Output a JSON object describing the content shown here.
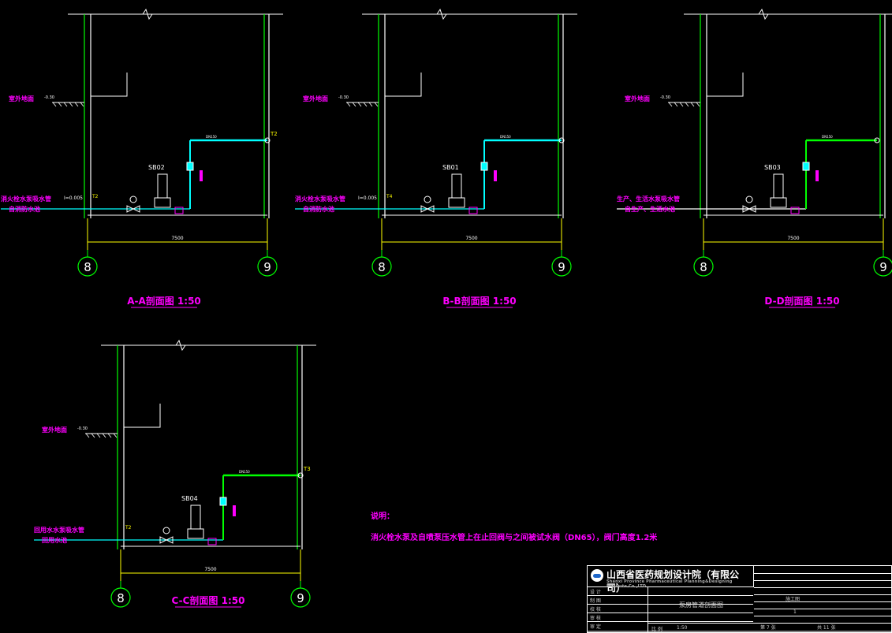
{
  "sections": [
    {
      "title": "A-A剖面图  1:50",
      "left_axis": "8",
      "right_axis": "9",
      "dim": "7500",
      "pump": "SB02",
      "ground_label": "室外地面",
      "ground_elev": "-0.30",
      "inlet_lines": [
        "消火栓水泵吸水管",
        "自消防水池"
      ],
      "inlet_elev": "I=0.005",
      "outlet_tag": "T2",
      "inlet_tag": "T2"
    },
    {
      "title": "B-B剖面图  1:50",
      "left_axis": "8",
      "right_axis": "9",
      "dim": "7500",
      "pump": "SB01",
      "ground_label": "室外地面",
      "ground_elev": "-0.30",
      "inlet_lines": [
        "消火栓水泵吸水管",
        "自消防水池"
      ],
      "inlet_elev": "I=0.005",
      "outlet_tag": "",
      "inlet_tag": "T4"
    },
    {
      "title": "D-D剖面图  1:50",
      "left_axis": "8",
      "right_axis": "9",
      "dim": "7500",
      "pump": "SB03",
      "ground_label": "室外地面",
      "ground_elev": "-0.30",
      "inlet_lines": [
        "生产、生活水泵吸水管",
        "自生产、生活水池"
      ],
      "inlet_elev": "",
      "outlet_tag": "",
      "inlet_tag": ""
    },
    {
      "title": "C-C剖面图  1:50",
      "left_axis": "8",
      "right_axis": "9",
      "dim": "7500",
      "pump": "SB04",
      "ground_label": "室外地面",
      "ground_elev": "-0.30",
      "inlet_lines": [
        "回用水水泵吸水管",
        "回用水池"
      ],
      "inlet_elev": "",
      "outlet_tag": "T3",
      "inlet_tag": "T2"
    }
  ],
  "notes": {
    "heading": "说明：",
    "text": "消火栓水泵及自喷泵压水管上在止回阀与之间被试水阀（DN65），阀门高度1.2米"
  },
  "title_block": {
    "company_cn": "山西省医药规划设计院（有限公司）",
    "company_en": "Shanxi Province Pharmaceutical Planning&Designing Institute Co.,LTD",
    "drawing_name": "泵房管道剖面图",
    "roles": [
      "设 计",
      "制 图",
      "校 核",
      "审 核",
      "审 定"
    ],
    "scale_label": "比 例",
    "scale": "1:50",
    "sheet": "第 7 张",
    "total": "共 11 张",
    "stage": "施工图",
    "number": "1"
  },
  "colors": {
    "wall": "#00ff00",
    "white": "#ffffff",
    "cyan": "#00ffff",
    "magenta": "#ff00ff",
    "yellow": "#ffff00",
    "green": "#00ff00"
  }
}
